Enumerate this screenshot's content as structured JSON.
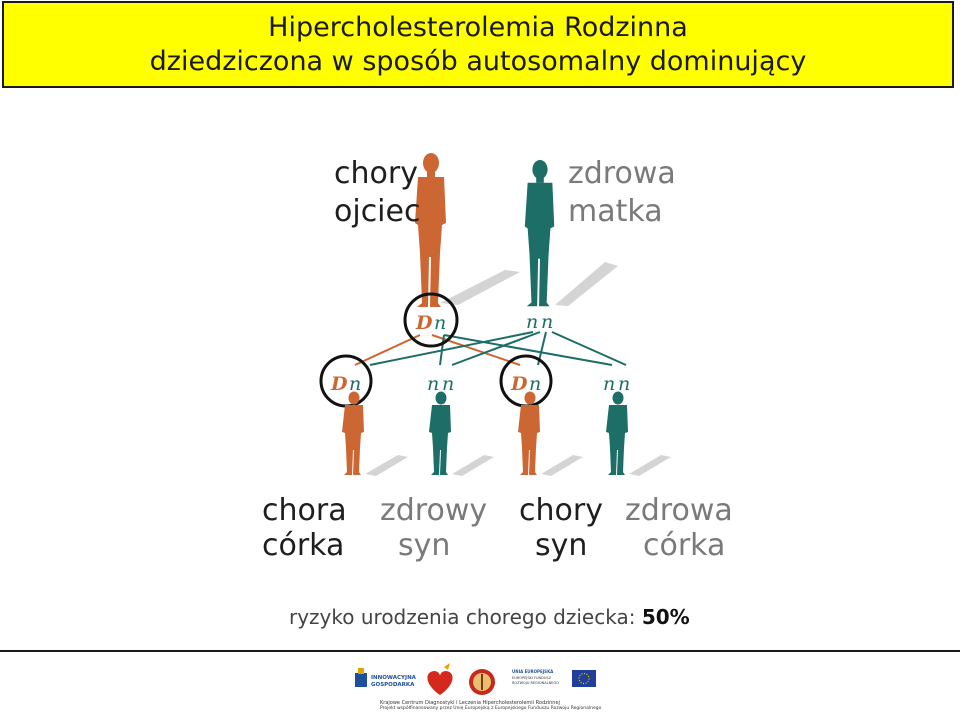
{
  "title": {
    "line1": "Hipercholesterolemia Rodzinna",
    "line2": "dziedziczona w sposób autosomalny dominujący"
  },
  "parents": {
    "father": {
      "line1": "chory",
      "line2": "ojciec",
      "genotype_a": "D",
      "genotype_b": "n",
      "affected": true
    },
    "mother": {
      "line1": "zdrowa",
      "line2": "matka",
      "genotype_a": "n",
      "genotype_b": "n",
      "affected": false
    }
  },
  "children": [
    {
      "line1": "chora",
      "line2": "córka",
      "genotype_a": "D",
      "genotype_b": "n",
      "affected": true
    },
    {
      "line1": "zdrowy",
      "line2": "syn",
      "genotype_a": "n",
      "genotype_b": "n",
      "affected": false
    },
    {
      "line1": "chory",
      "line2": "syn",
      "genotype_a": "D",
      "genotype_b": "n",
      "affected": true
    },
    {
      "line1": "zdrowa",
      "line2": "córka",
      "genotype_a": "n",
      "genotype_b": "n",
      "affected": false
    }
  ],
  "risk": {
    "label": "ryzyko urodzenia chorego dziecka:",
    "value": "50%"
  },
  "footer": {
    "logo1_line1": "INNOWACYJNA",
    "logo1_line2": "GOSPODARKA",
    "eu_line1": "UNIA EUROPEJSKA",
    "eu_line2": "EUROPEJSKI FUNDUSZ",
    "eu_line3": "ROZWOJU REGIONALNEGO",
    "small1": "Krajowe Centrum Diagnostyki i Leczenia Hipercholesterolemii Rodzinnej",
    "small2": "Projekt współfinansowany przez Unię Europejską z Europejskiego Funduszu Rozwoju Regionalnego"
  },
  "colors": {
    "affected": "#cc6633",
    "healthy": "#1d6e66",
    "title_bg": "#ffff00",
    "shadow": "#c8c8c8"
  }
}
